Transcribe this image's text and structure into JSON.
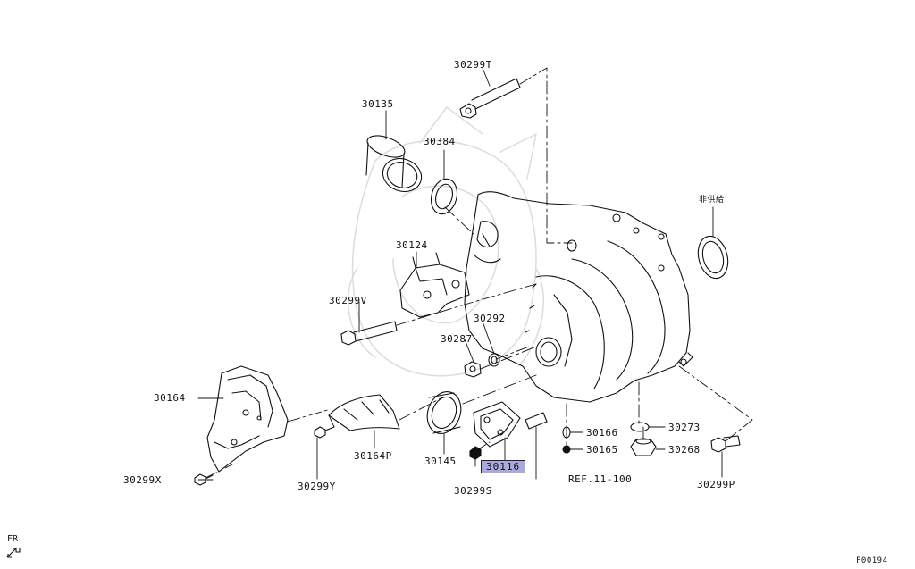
{
  "labels": {
    "p30299T": "30299T",
    "p30135": "30135",
    "p30384": "30384",
    "p30124": "30124",
    "p30299V": "30299V",
    "p30292": "30292",
    "p30287": "30287",
    "p30164": "30164",
    "p30164P": "30164P",
    "p30145": "30145",
    "p30116": "30116",
    "p30299S": "30299S",
    "p30299X": "30299X",
    "p30299Y": "30299Y",
    "ref": "REF.11-100",
    "p30166": "30166",
    "p30165": "30165",
    "p30273": "30273",
    "p30268": "30268",
    "p30299P": "30299P",
    "nonsupply": "非供給"
  },
  "footer": {
    "direction": "FR",
    "figure_id": "F00194"
  },
  "highlight_color": "#a9a9df"
}
